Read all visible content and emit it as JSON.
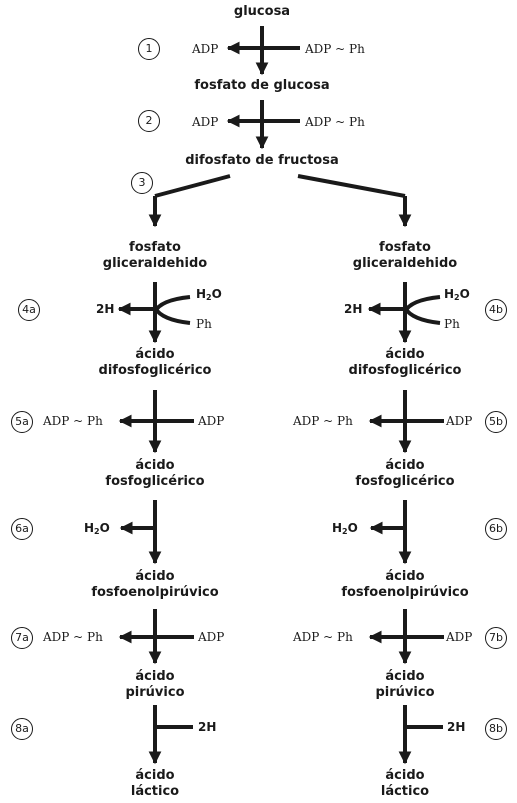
{
  "compounds": {
    "glucosa": "glucosa",
    "fosfato_de_glucosa": "fosfato de glucosa",
    "difosfato_de_fructosa": "difosfato de fructosa",
    "fosfato": "fosfato",
    "gliceraldehido": "gliceraldehido",
    "acido": "ácido",
    "difosfoglicerico": "difosfoglicérico",
    "fosfoglicerico": "fosfoglicérico",
    "fosfoenolpiruvico": "fosfoenolpirúvico",
    "piruvico": "pirúvico",
    "lactico": "láctico"
  },
  "cofactors": {
    "adp": "ADP",
    "adp_ph": "ADP ~ Ph",
    "ph": "Ph",
    "adp_tilde_ph": "ADP ~ Ph",
    "two_h": "2H",
    "h": "H",
    "two": "2",
    "o": "O"
  },
  "steps": {
    "s1": "1",
    "s2": "2",
    "s3": "3",
    "s4a": "4a",
    "s4b": "4b",
    "s5a": "5a",
    "s5b": "5b",
    "s6a": "6a",
    "s6b": "6b",
    "s7a": "7a",
    "s7b": "7b",
    "s8a": "8a",
    "s8b": "8b"
  },
  "colors": {
    "ink": "#1a1a1a",
    "background": "#ffffff"
  }
}
